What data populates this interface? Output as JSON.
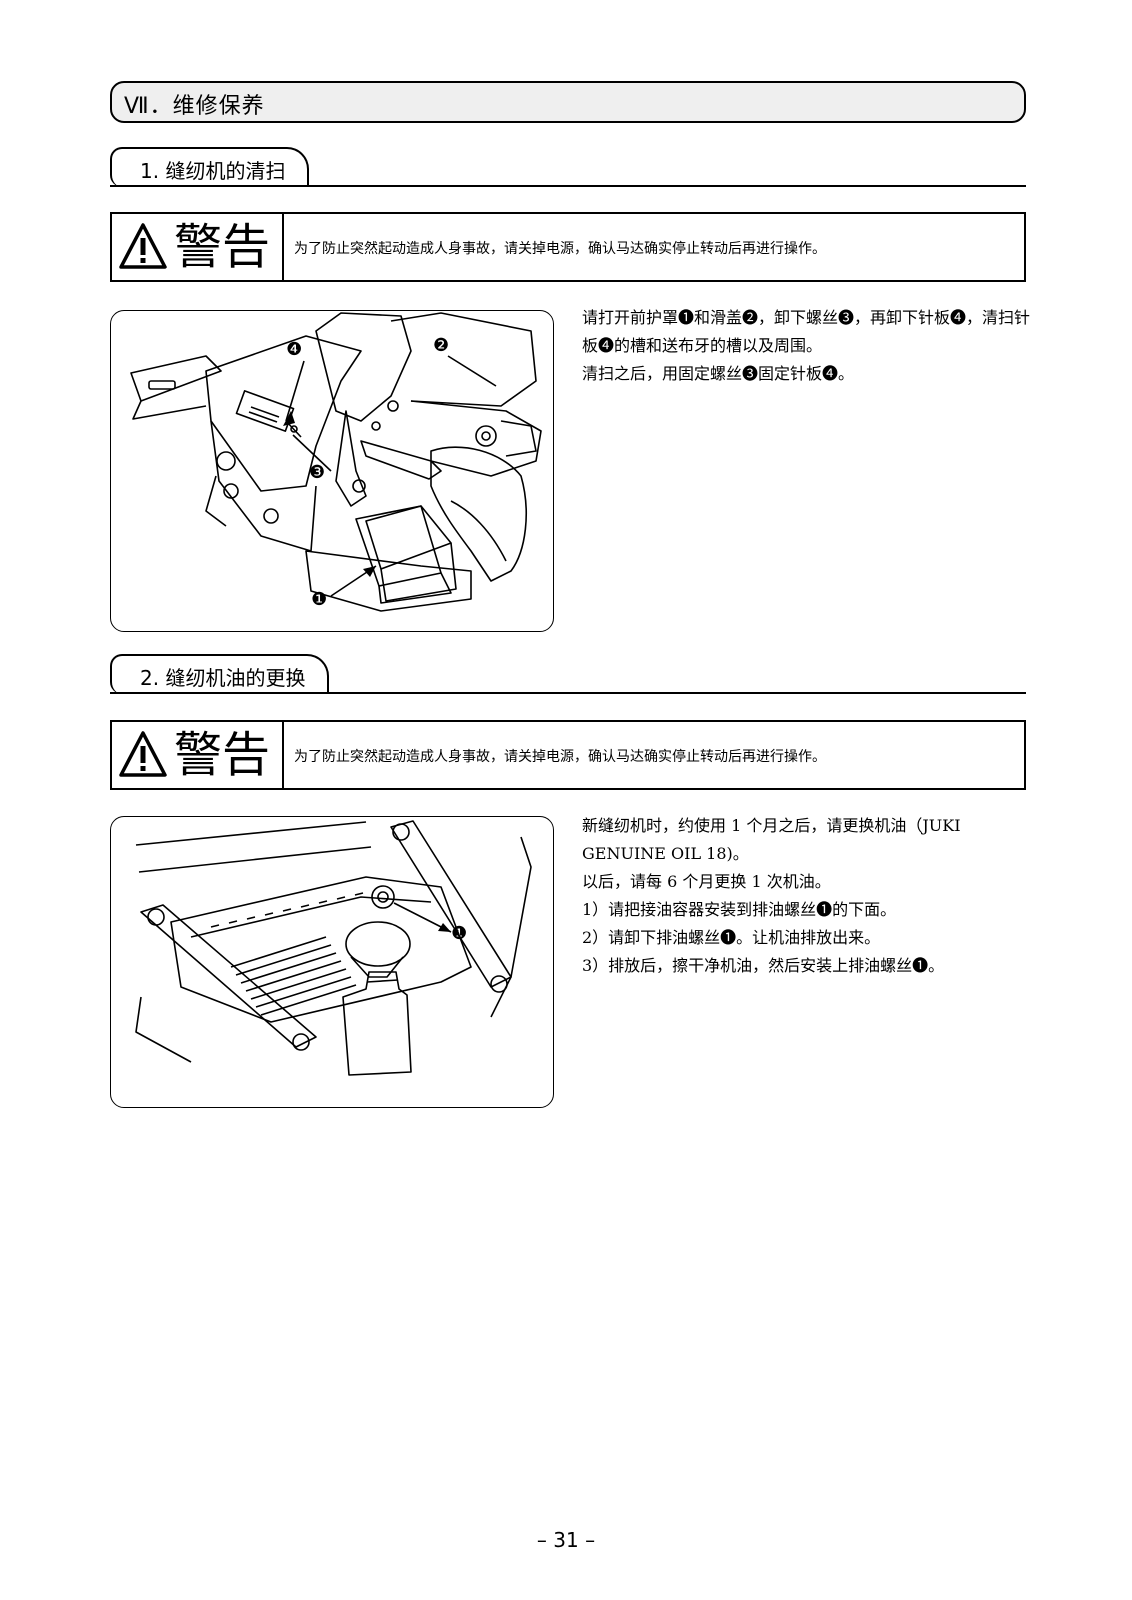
{
  "chapter": {
    "title": "Ⅶ．维修保养"
  },
  "sections": [
    {
      "heading": "1. 缝纫机的清扫",
      "warning": {
        "label": "警告",
        "text": "为了防止突然起动造成人身事故，请关掉电源，确认马达确实停止转动后再进行操作。"
      },
      "figure": {
        "callouts": [
          "❶",
          "❷",
          "❸",
          "❹"
        ]
      },
      "paragraphs": [
        "请打开前护罩❶和滑盖❷，卸下螺丝❸，再卸下针板❹，清扫针板❹的槽和送布牙的槽以及周围。",
        "清扫之后，用固定螺丝❸固定针板❹。"
      ]
    },
    {
      "heading": "2. 缝纫机油的更换",
      "warning": {
        "label": "警告",
        "text": "为了防止突然起动造成人身事故，请关掉电源，确认马达确实停止转动后再进行操作。"
      },
      "figure": {
        "callouts": [
          "❶"
        ]
      },
      "paragraphs": [
        "新缝纫机时，约使用 1 个月之后，请更换机油（JUKI GENUINE OIL 18)。",
        "以后，请每 6 个月更换 1 次机油。",
        "1）请把接油容器安装到排油螺丝❶的下面。",
        "2）请卸下排油螺丝❶。让机油排放出来。",
        "3）排放后，擦干净机油，然后安装上排油螺丝❶。"
      ]
    }
  ],
  "footer": {
    "page_number": "– 31 –"
  }
}
